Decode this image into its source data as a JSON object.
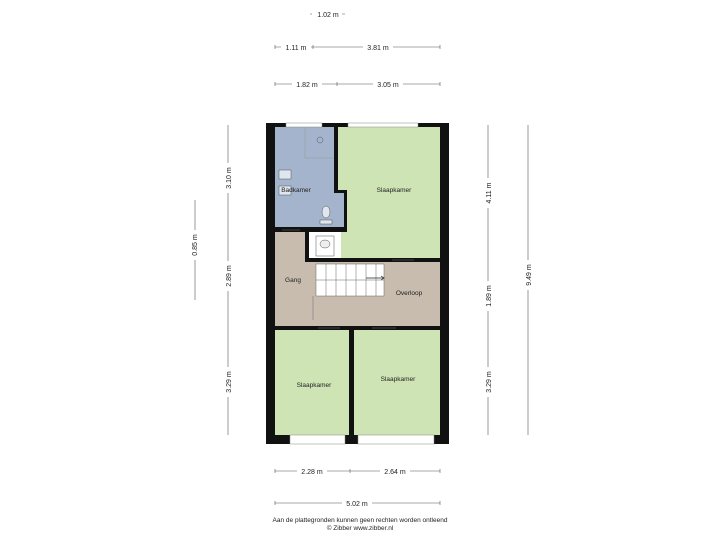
{
  "dimensions": {
    "top1": "1.02 m",
    "top2a": "1.11 m",
    "top2b": "3.81 m",
    "top3a": "1.82 m",
    "top3b": "3.05 m",
    "left_outer": "0.85 m",
    "left_a": "3.10 m",
    "left_b": "2.89 m",
    "left_c": "3.29 m",
    "right_a": "4.11 m",
    "right_b": "1.89 m",
    "right_c": "3.29 m",
    "right_outer": "9.49 m",
    "bottom1a": "2.28 m",
    "bottom1b": "2.64 m",
    "bottom2": "5.02 m"
  },
  "rooms": {
    "badkamer": "Badkamer",
    "slaapkamer_top": "Slaapkamer",
    "gang": "Gang",
    "overloop": "Overloop",
    "slaapkamer_bl": "Slaapkamer",
    "slaapkamer_br": "Slaapkamer"
  },
  "colors": {
    "bathroom": "#a3b4cc",
    "bedroom": "#cfe4b4",
    "hallway": "#c8bcae",
    "wall": "#111111"
  },
  "footer": {
    "line1": "Aan de plattegronden kunnen geen rechten worden ontleend",
    "line2": "© Zibber www.zibber.nl"
  }
}
